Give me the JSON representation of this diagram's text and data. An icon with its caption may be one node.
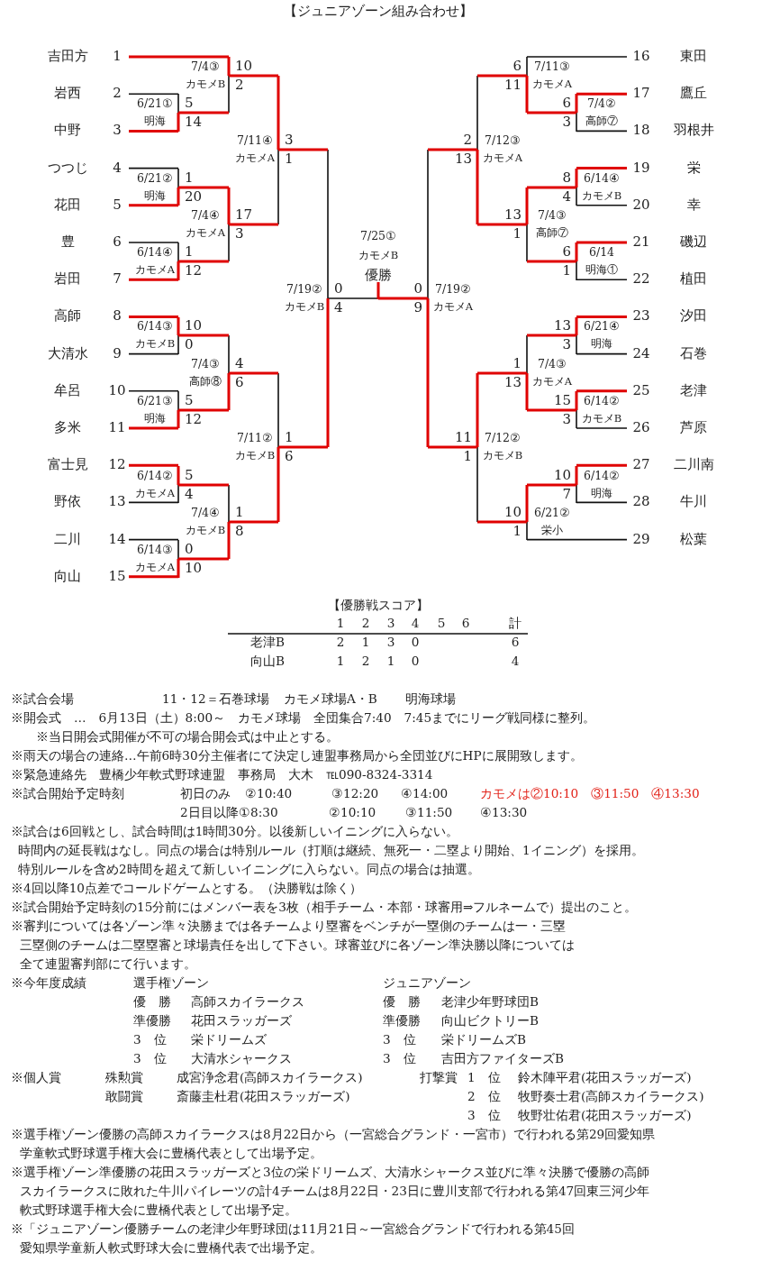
{
  "diagram": {
    "title": "【ジュニアゾーン組み合わせ】",
    "labels": [
      "吉田方",
      "1",
      "岩西",
      "2",
      "中野",
      "3",
      "つつじ",
      "4",
      "花田",
      "5",
      "豊",
      "6",
      "岩田",
      "7",
      "高師",
      "8",
      "大清水",
      "9",
      "牟呂",
      "10",
      "多米",
      "11",
      "富士見",
      "12",
      "野依",
      "13",
      "二川",
      "14",
      "向山",
      "15",
      "16",
      "東田",
      "17",
      "鷹丘",
      "18",
      "羽根井",
      "19",
      "栄",
      "20",
      "幸",
      "21",
      "磯辺",
      "22",
      "植田",
      "23",
      "汐田",
      "24",
      "石巻",
      "25",
      "老津",
      "26",
      "芦原",
      "27",
      "二川南",
      "28",
      "牛川",
      "29",
      "松葉",
      "6/21①",
      "明海",
      "5",
      "14",
      "7/4③",
      "カモメB",
      "10",
      "2",
      "6/21②",
      "明海",
      "1",
      "20",
      "6/14④",
      "カモメA",
      "1",
      "12",
      "7/4④",
      "カモメA",
      "17",
      "3",
      "7/11④",
      "カモメA",
      "3",
      "1",
      "6/14③",
      "カモメB",
      "10",
      "0",
      "6/21③",
      "明海",
      "5",
      "12",
      "7/4③",
      "高師⑧",
      "4",
      "6",
      "6/14②",
      "カモメA",
      "5",
      "4",
      "6/14③",
      "カモメA",
      "0",
      "10",
      "7/4④",
      "カモメB",
      "1",
      "8",
      "7/11②",
      "カモメB",
      "1",
      "6",
      "7/19②",
      "カモメB",
      "0",
      "4",
      "7/4②",
      "高師⑦",
      "6",
      "3",
      "7/11③",
      "カモメA",
      "6",
      "11",
      "6/14④",
      "カモメB",
      "8",
      "4",
      "6/14",
      "明海①",
      "6",
      "1",
      "7/4③",
      "高師⑦",
      "13",
      "1",
      "7/12③",
      "カモメA",
      "2",
      "13",
      "6/21④",
      "明海",
      "13",
      "3",
      "6/14②",
      "カモメB",
      "15",
      "3",
      "7/4③",
      "カモメA",
      "1",
      "13",
      "6/14②",
      "明海",
      "10",
      "7",
      "6/21②",
      "栄小",
      "10",
      "1",
      "7/12②",
      "カモメB",
      "11",
      "1",
      "7/19②",
      "カモメA",
      "0",
      "9",
      "7/25①",
      "カモメB",
      "優勝",
      "【優勝戦スコア】",
      "1",
      "2",
      "3",
      "4",
      "5",
      "6",
      "計",
      "老津B",
      "2",
      "1",
      "3",
      "0",
      "6",
      "向山B",
      "1",
      "2",
      "1",
      "0",
      "4",
      "※試合会場",
      "11・12＝石巻球場",
      "カモメ球場A・B",
      "明海球場",
      "※開会式　…　6月13日（土）8:00～　カモメ球場　全団集合7:40　7:45までにリーグ戦同様に整列。",
      "※当日開会式開催が不可の場合開会式は中止とする。",
      "※雨天の場合の連絡…午前6時30分主催者にて決定し連盟事務局から全団並びにHPに展開致します。",
      "※緊急連絡先　豊橋少年軟式野球連盟　事務局　大木　℡090-8324-3314",
      "※試合開始予定時刻",
      "初日のみ",
      "②10:40",
      "③12:20",
      "④14:00",
      "カモメは②10:10　③11:50　④13:30",
      "2日目以降",
      "①8:30",
      "②10:10",
      "③11:50",
      "④13:30",
      "※試合は6回戦とし、試合時間は1時間30分。以後新しいイニングに入らない。",
      "時間内の延長戦はなし。同点の場合は特別ルール（打順は継続、無死一・二塁より開始、1イニング）を採用。",
      "特別ルールを含め2時間を超えて新しいイニングに入らない。同点の場合は抽選。",
      "※4回以降10点差でコールドゲームとする。（決勝戦は除く）",
      "※試合開始予定時刻の15分前にはメンバー表を3枚（相手チーム・本部・球審用⇒フルネームで）提出のこと。",
      "※審判については各ゾーン準々決勝までは各チームより塁審をベンチが一塁側のチームは一・三塁",
      "三塁側のチームは二塁塁審と球場責任を出して下さい。球審並びに各ゾーン準決勝以降については",
      "全て連盟審判部にて行います。",
      "※今年度成績",
      "選手権ゾーン",
      "ジュニアゾーン",
      "優　勝",
      "高師スカイラークス",
      "優　勝",
      "老津少年野球団B",
      "準優勝",
      "花田スラッガーズ",
      "準優勝",
      "向山ビクトリーB",
      "3　位",
      "栄ドリームズ",
      "3　位",
      "栄ドリームズB",
      "3　位",
      "大清水シャークス",
      "3　位",
      "吉田方ファイターズB",
      "※個人賞",
      "殊勲賞",
      "成宮浄念君(高師スカイラークス)",
      "打撃賞",
      "1　位",
      "鈴木陣平君(花田スラッガーズ)",
      "敢闘賞",
      "斎藤圭杜君(花田スラッガーズ)",
      "2　位",
      "牧野奏士君(高師スカイラークス)",
      "3　位",
      "牧野壮佑君(花田スラッガーズ)",
      "※選手権ゾーン優勝の高師スカイラークスは8月22日から（一宮総合グランド・一宮市）で行われる第29回愛知県",
      "学童軟式野球選手権大会に豊橋代表として出場予定。",
      "※選手権ゾーン準優勝の花田スラッガーズと3位の栄ドリームズ、大清水シャークス並びに準々決勝で優勝の高師",
      "スカイラークスに敗れた牛川パイレーツの計4チームは8月22日・23日に豊川支部で行われる第47回東三河少年",
      "軟式野球選手権大会に豊橋代表として出場予定。",
      "※「ジュニアゾーン優勝チームの老津少年野球団は11月21日～一宮総合グランドで行われる第45回",
      "愛知県学童新人軟式野球大会に豊橋代表で出場予定。"
    ]
  }
}
